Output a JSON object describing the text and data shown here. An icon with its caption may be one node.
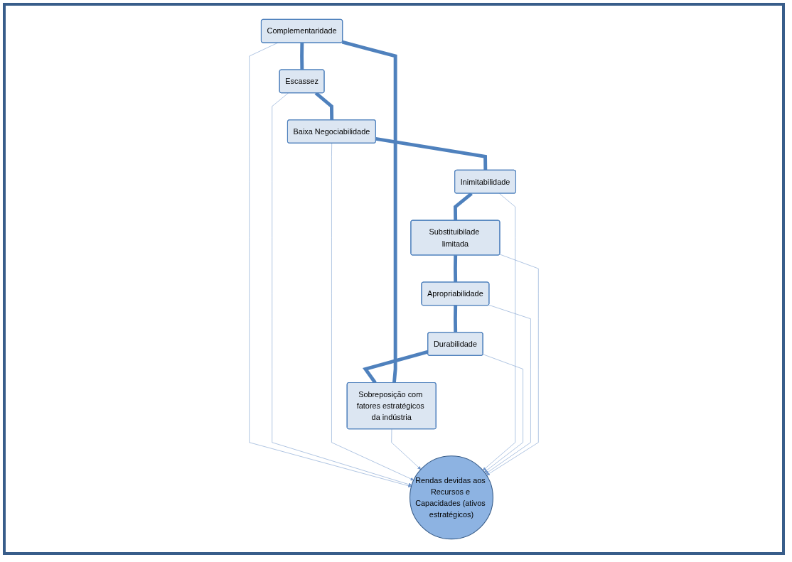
{
  "diagram": {
    "nodes": [
      {
        "text": [
          "Complementaridade"
        ]
      },
      {
        "text": [
          "Escassez"
        ]
      },
      {
        "text": [
          "Baixa Negociabilidade"
        ]
      },
      {
        "text": [
          "Sobreposição com fatores estratégicos da indústria"
        ]
      },
      {
        "text": [
          "Rendas devidas aos Recursos e Capacidades (ativos estratégicos)"
        ]
      },
      {
        "text": [
          "Inimitabilidade"
        ]
      },
      {
        "text": [
          "Durabilidade"
        ]
      },
      {
        "text": [
          "Apropriabilidade"
        ]
      },
      {
        "text": [
          "Substituibilade limitada"
        ]
      }
    ],
    "edges": [
      {
        "from": 0,
        "to": 1,
        "arrow": "none",
        "style": "thick"
      },
      {
        "from": 1,
        "to": 2,
        "arrow": "none",
        "style": "thick"
      },
      {
        "from": 2,
        "to": 5,
        "arrow": "none",
        "style": "thick"
      },
      {
        "from": 5,
        "to": 8,
        "arrow": "none",
        "style": "thick"
      },
      {
        "from": 8,
        "to": 7,
        "arrow": "none",
        "style": "thick"
      },
      {
        "from": 7,
        "to": 6,
        "arrow": "none",
        "style": "thick"
      },
      {
        "from": 6,
        "to": 3,
        "arrow": "none",
        "style": "thick"
      },
      {
        "from": 3,
        "to": 0,
        "arrow": "none",
        "style": "thick"
      },
      {
        "from": 0,
        "to": 4,
        "arrow": "to"
      },
      {
        "from": 1,
        "to": 4,
        "arrow": "to"
      },
      {
        "from": 2,
        "to": 4,
        "arrow": "to"
      },
      {
        "from": 3,
        "to": 4,
        "arrow": "to"
      },
      {
        "from": 5,
        "to": 4,
        "arrow": "to"
      },
      {
        "from": 6,
        "to": 4,
        "arrow": "to"
      },
      {
        "from": 7,
        "to": 4,
        "arrow": "to"
      },
      {
        "from": 8,
        "to": 4,
        "arrow": "to"
      }
    ]
  }
}
